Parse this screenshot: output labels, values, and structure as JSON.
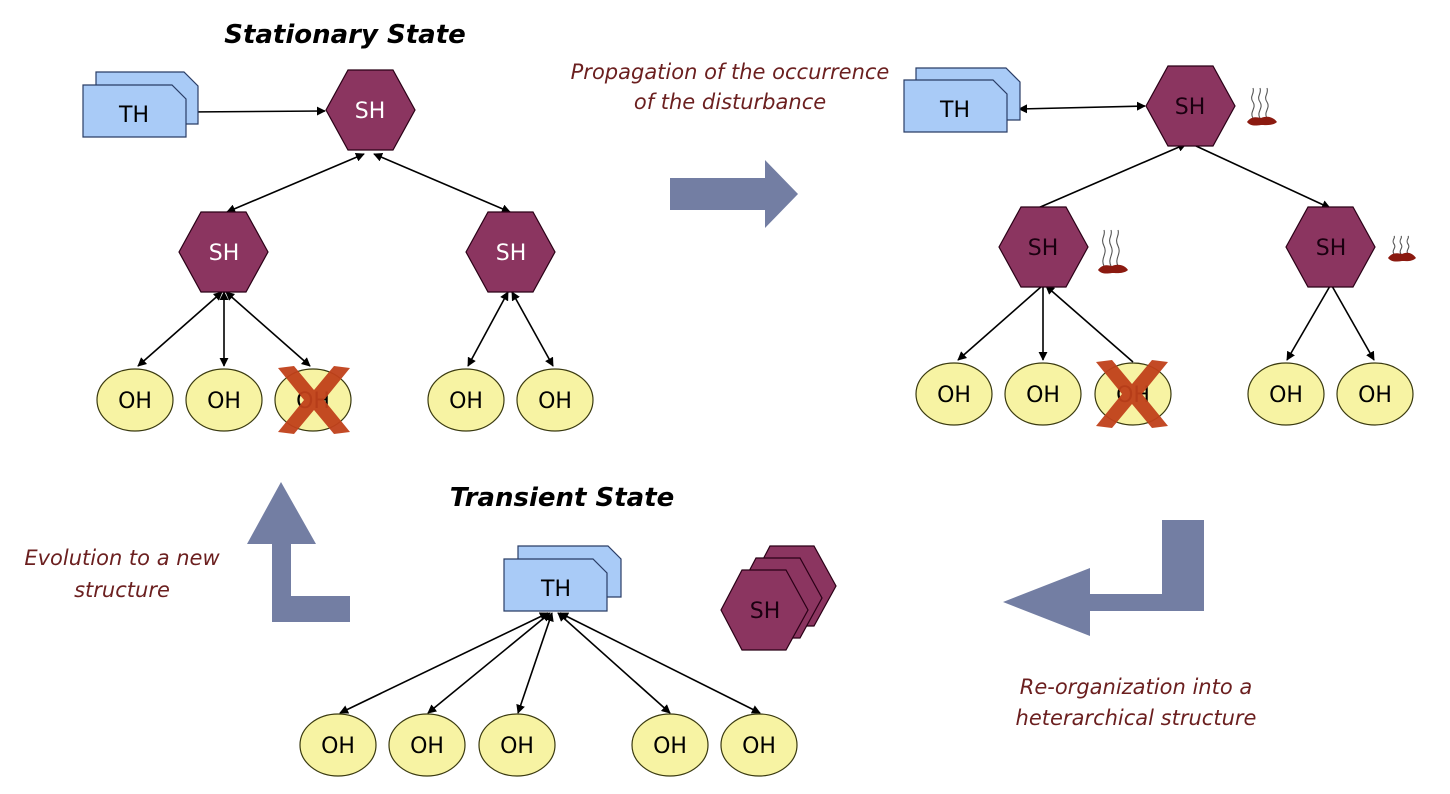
{
  "titles": {
    "stationary": "Stationary State",
    "transient": "Transient State"
  },
  "captions": {
    "propagation_line1": "Propagation of the occurrence",
    "propagation_line2": "of the disturbance",
    "evolution_line1": "Evolution to a new",
    "evolution_line2": "structure",
    "reorganization_line1": "Re-organization into a",
    "reorganization_line2": "heterarchical structure"
  },
  "labels": {
    "th": "TH",
    "sh": "SH",
    "oh": "OH"
  },
  "colors": {
    "th_fill": "#a9cbf7",
    "sh_fill": "#8b3560",
    "oh_fill": "#f7f3a3",
    "arrow_fill": "#737ea3",
    "caption_color": "#6b1f1f",
    "failure_mark": "#c0401a",
    "smoke_fill": "#8b1a10"
  },
  "icons": {
    "failure": "red-x-icon",
    "disturbance": "smoke-icon"
  }
}
